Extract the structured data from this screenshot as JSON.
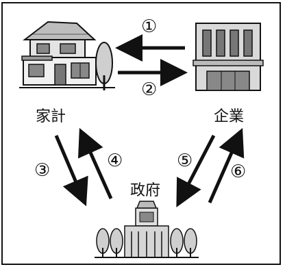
{
  "nodes": {
    "household": {
      "label": "家計",
      "icon": "house-icon"
    },
    "firm": {
      "label": "企業",
      "icon": "office-building-icon"
    },
    "government": {
      "label": "政府",
      "icon": "government-building-icon"
    }
  },
  "flows": [
    {
      "id": "①",
      "from": "firm",
      "to": "household"
    },
    {
      "id": "②",
      "from": "household",
      "to": "firm"
    },
    {
      "id": "③",
      "from": "household",
      "to": "government"
    },
    {
      "id": "④",
      "from": "government",
      "to": "household"
    },
    {
      "id": "⑤",
      "from": "firm",
      "to": "government"
    },
    {
      "id": "⑥",
      "from": "government",
      "to": "firm"
    }
  ],
  "colors": {
    "ink": "#111111",
    "background": "#ffffff"
  }
}
